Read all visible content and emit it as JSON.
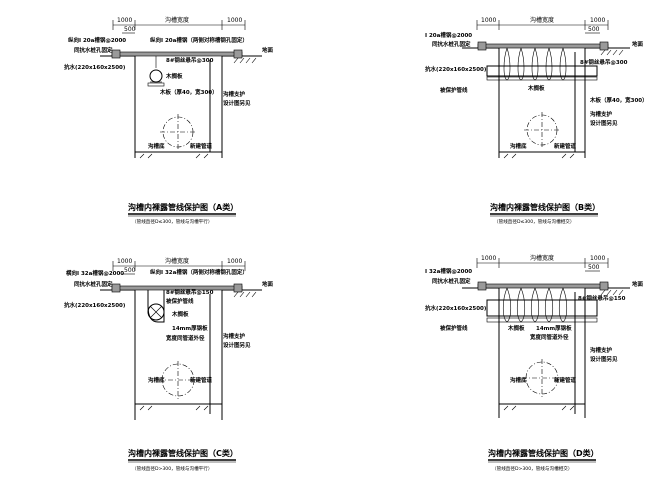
{
  "panels": [
    {
      "id": "A",
      "dims": {
        "left": "1000",
        "mid": "沟槽宽度",
        "right": "1000",
        "sub": "500"
      },
      "labels": {
        "steel_long": "纵向I 20a槽钢@2000",
        "pile_fix": "同抗水桩孔固定",
        "pile": "抗水(220x160x2500)",
        "steel_beam": "纵向I 20a槽钢（两侧对称槽钢孔固定）",
        "ground": "地面",
        "wire": "8#钢丝悬吊@300",
        "board": "木搁板",
        "plank": "木板（厚40，宽300）",
        "support": "沟槽支护",
        "support2": "设计图另见",
        "trench_bottom": "沟槽底",
        "new_pipe": "新建管道"
      },
      "title": "沟槽内裸露管线保护图（A类）",
      "subtitle": "（管线直径D≤300，管线与沟槽平行）"
    },
    {
      "id": "B",
      "dims": {
        "left": "1000",
        "mid": "沟槽宽度",
        "right": "1000",
        "sub": "500"
      },
      "labels": {
        "steel_long": "I 20a槽钢@2000",
        "pile_fix": "同抗水桩孔固定",
        "pile": "抗水(220x160x2500)",
        "ground": "地面",
        "wire": "8#钢丝悬吊@300",
        "protect_pipe": "被保护管线",
        "board": "木搁板",
        "plank": "木板（厚40，宽300）",
        "support": "沟槽支护",
        "support2": "设计图另见",
        "trench_bottom": "沟槽底",
        "new_pipe": "新建管道"
      },
      "title": "沟槽内裸露管线保护图（B类）",
      "subtitle": "（管线直径D≤300，管线与沟槽相交）"
    },
    {
      "id": "C",
      "dims": {
        "left": "1000",
        "mid": "沟槽宽度",
        "right": "1000",
        "sub": "500"
      },
      "labels": {
        "steel_long": "横向I 32a槽钢@2000",
        "pile_fix": "同抗水桩孔固定",
        "pile": "抗水(220x160x2500)",
        "steel_beam": "纵向I 32a槽钢（两侧对称槽钢孔固定）",
        "ground": "地面",
        "wire": "8#钢丝悬吊@150",
        "protect_pipe": "被保护管线",
        "board": "木搁板",
        "plate": "14mm厚钢板",
        "plate2": "宽度同管道外径",
        "support": "沟槽支护",
        "support2": "设计图另见",
        "trench_bottom": "沟槽底",
        "new_pipe": "新建管道"
      },
      "title": "沟槽内裸露管线保护图（C类）",
      "subtitle": "（管线直径D>300，管线与沟槽平行）"
    },
    {
      "id": "D",
      "dims": {
        "left": "1000",
        "mid": "沟槽宽度",
        "right": "1000",
        "sub": "500"
      },
      "labels": {
        "steel_long": "I 32a槽钢@2000",
        "pile_fix": "同抗水桩孔固定",
        "pile": "抗水(220x160x2500)",
        "ground": "地面",
        "wire": "8#钢丝悬吊@150",
        "protect_pipe": "被保护管线",
        "board": "木搁板",
        "plate": "14mm厚钢板",
        "plate2": "宽度同管道外径",
        "support": "沟槽支护",
        "support2": "设计图另见",
        "trench_bottom": "沟槽底",
        "new_pipe": "新建管道"
      },
      "title": "沟槽内裸露管线保护图（D类）",
      "subtitle": "（管线直径D>300，管线与沟槽相交）"
    }
  ]
}
